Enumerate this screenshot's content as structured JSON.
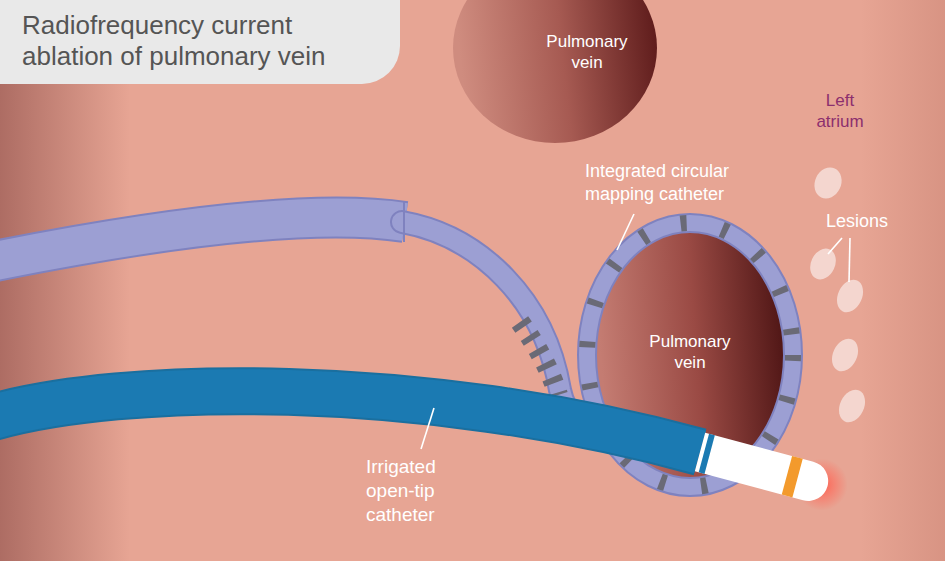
{
  "diagram": {
    "title": "Radiofrequency current ablation of pulmonary vein",
    "nodes": [
      {
        "text": [
          "Pulmonary vein"
        ]
      },
      {
        "text": [
          "Pulmonary vein"
        ]
      }
    ],
    "labels": [
      "Left atrium",
      "Integrated circular mapping catheter",
      "Lesions",
      "Irrigated open-tip catheter"
    ]
  }
}
